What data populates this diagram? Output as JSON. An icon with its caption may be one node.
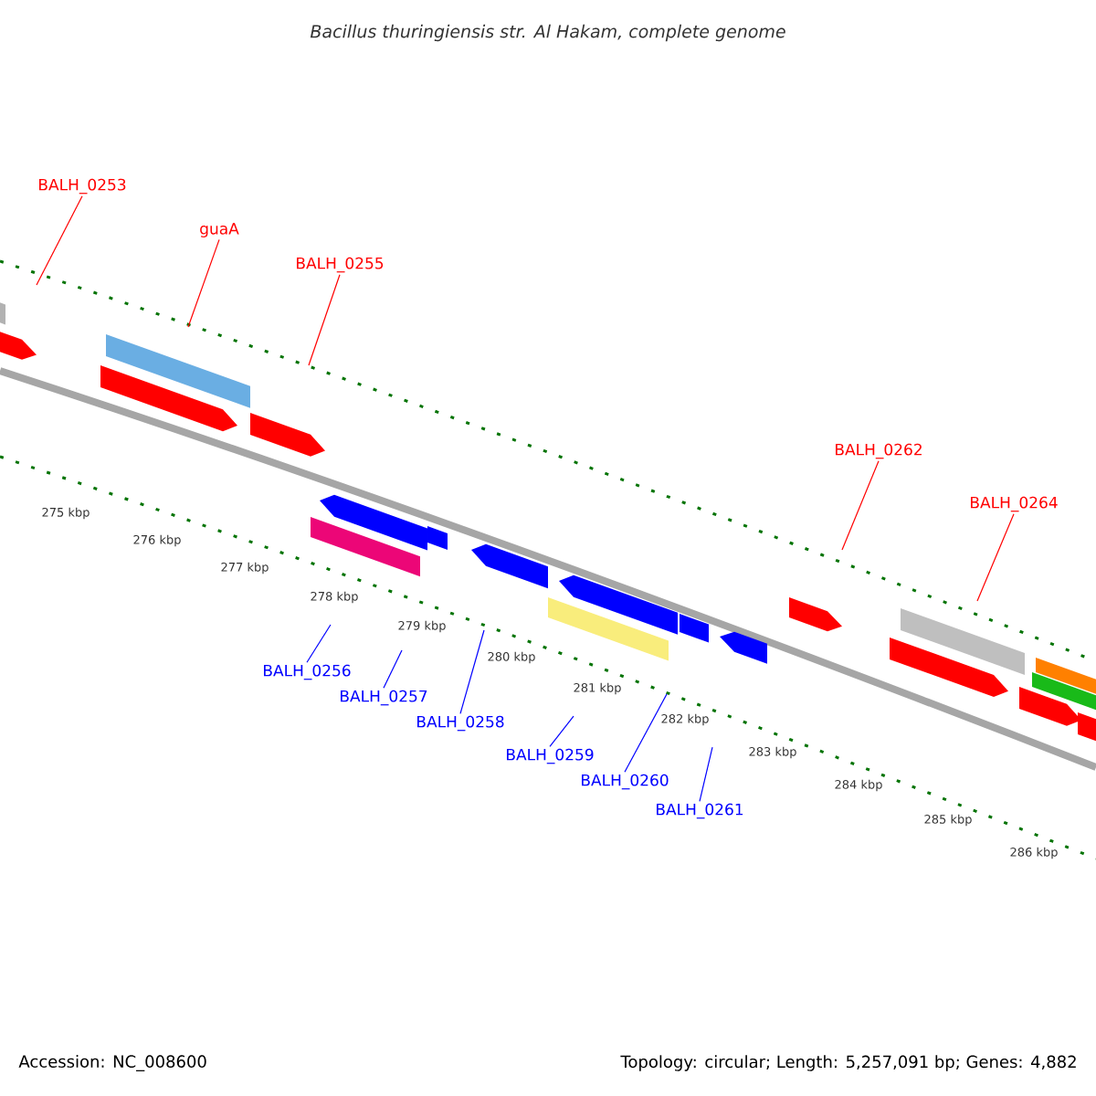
{
  "diagram": {
    "title": "Bacillus thuringiensis str. Al Hakam, complete genome",
    "nodes": [
      {
        "text": [
          "BALH_0253"
        ]
      },
      {
        "text": [
          "guaA"
        ]
      },
      {
        "text": [
          "BALH_0255"
        ]
      },
      {
        "text": [
          "BALH_0262"
        ]
      },
      {
        "text": [
          "BALH_0264"
        ]
      },
      {
        "text": [
          "BALH_0256"
        ]
      },
      {
        "text": [
          "BALH_0257"
        ]
      },
      {
        "text": [
          "BALH_0258"
        ]
      },
      {
        "text": [
          "BALH_0259"
        ]
      },
      {
        "text": [
          "BALH_0260"
        ]
      },
      {
        "text": [
          "BALH_0261"
        ]
      }
    ],
    "edges": [
      {
        "from": 0,
        "to": null,
        "arrow": "none",
        "color": "#ff0000"
      },
      {
        "from": 1,
        "to": null,
        "arrow": "none",
        "color": "#ff0000"
      },
      {
        "from": 2,
        "to": null,
        "arrow": "none",
        "color": "#ff0000"
      },
      {
        "from": 3,
        "to": null,
        "arrow": "none",
        "color": "#ff0000"
      },
      {
        "from": 4,
        "to": null,
        "arrow": "none",
        "color": "#ff0000"
      },
      {
        "from": 5,
        "to": null,
        "arrow": "none"
      },
      {
        "from": 6,
        "to": null,
        "arrow": "none"
      },
      {
        "from": 7,
        "to": null,
        "arrow": "none"
      },
      {
        "from": 8,
        "to": null,
        "arrow": "none"
      },
      {
        "from": 9,
        "to": null,
        "arrow": "none"
      },
      {
        "from": 10,
        "to": null,
        "arrow": "none"
      }
    ],
    "labels": [
      "275 kbp",
      "276 kbp",
      "277 kbp",
      "278 kbp",
      "279 kbp",
      "280 kbp",
      "281 kbp",
      "282 kbp",
      "283 kbp",
      "284 kbp",
      "285 kbp",
      "286 kbp",
      "Accession: NC_008600",
      "Topology: circular; Length: 5,257,091 bp; Genes: 4,882"
    ]
  }
}
